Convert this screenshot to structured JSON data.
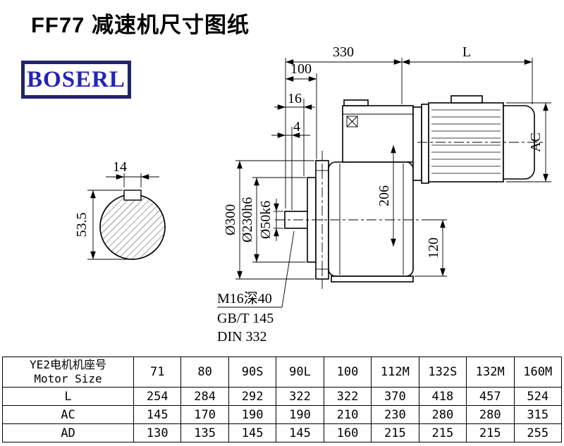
{
  "header": {
    "title": "FF77 减速机尺寸图纸",
    "logo_text": "BOSERL"
  },
  "drawing": {
    "dim_330": "330",
    "dim_L": "L",
    "dim_100": "100",
    "dim_16": "16",
    "dim_4": "4",
    "dim_AC": "AC",
    "dim_206": "206",
    "dim_120": "120",
    "dim_d300": "Ø300",
    "dim_d230": "Ø230h6",
    "dim_d50": "Ø50k6",
    "dim_14": "14",
    "dim_53_5": "53.5",
    "note_line1": "M16深40",
    "note_line2": "GB/T 145",
    "note_line3": "DIN 332"
  },
  "table": {
    "row_header_line1": "YE2电机机座号",
    "row_header_line2": "Motor Size",
    "motor_sizes": [
      "71",
      "80",
      "90S",
      "90L",
      "100",
      "112M",
      "132S",
      "132M",
      "160M"
    ],
    "rows": [
      {
        "label": "L",
        "values": [
          "254",
          "284",
          "292",
          "322",
          "322",
          "370",
          "418",
          "457",
          "524"
        ]
      },
      {
        "label": "AC",
        "values": [
          "145",
          "170",
          "190",
          "190",
          "210",
          "230",
          "280",
          "280",
          "315"
        ]
      },
      {
        "label": "AD",
        "values": [
          "130",
          "135",
          "145",
          "145",
          "160",
          "215",
          "215",
          "215",
          "255"
        ]
      }
    ]
  }
}
